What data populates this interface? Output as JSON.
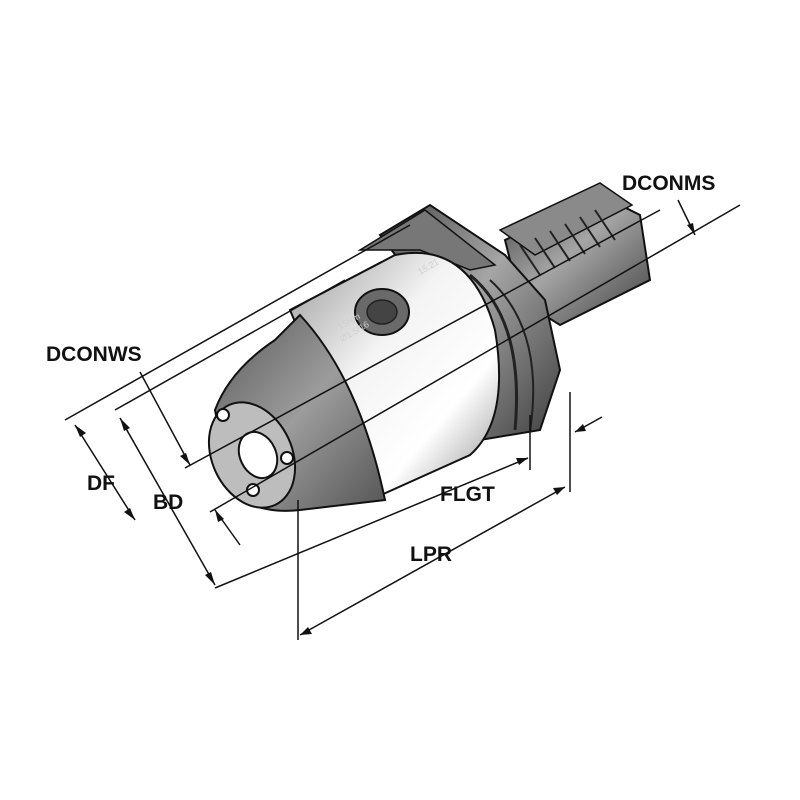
{
  "labels": {
    "dconms": "DCONMS",
    "dconws": "DCONWS",
    "df": "DF",
    "bd": "BD",
    "flgt": "FLGT",
    "lpr": "LPR"
  },
  "engraving": {
    "size_code": "15.21",
    "torque": "15Nm",
    "range": "Ø1.5/16"
  },
  "colors": {
    "line": "#111111",
    "body_dark": "#6e6e6e",
    "body_silver": "#e6e6e6"
  }
}
